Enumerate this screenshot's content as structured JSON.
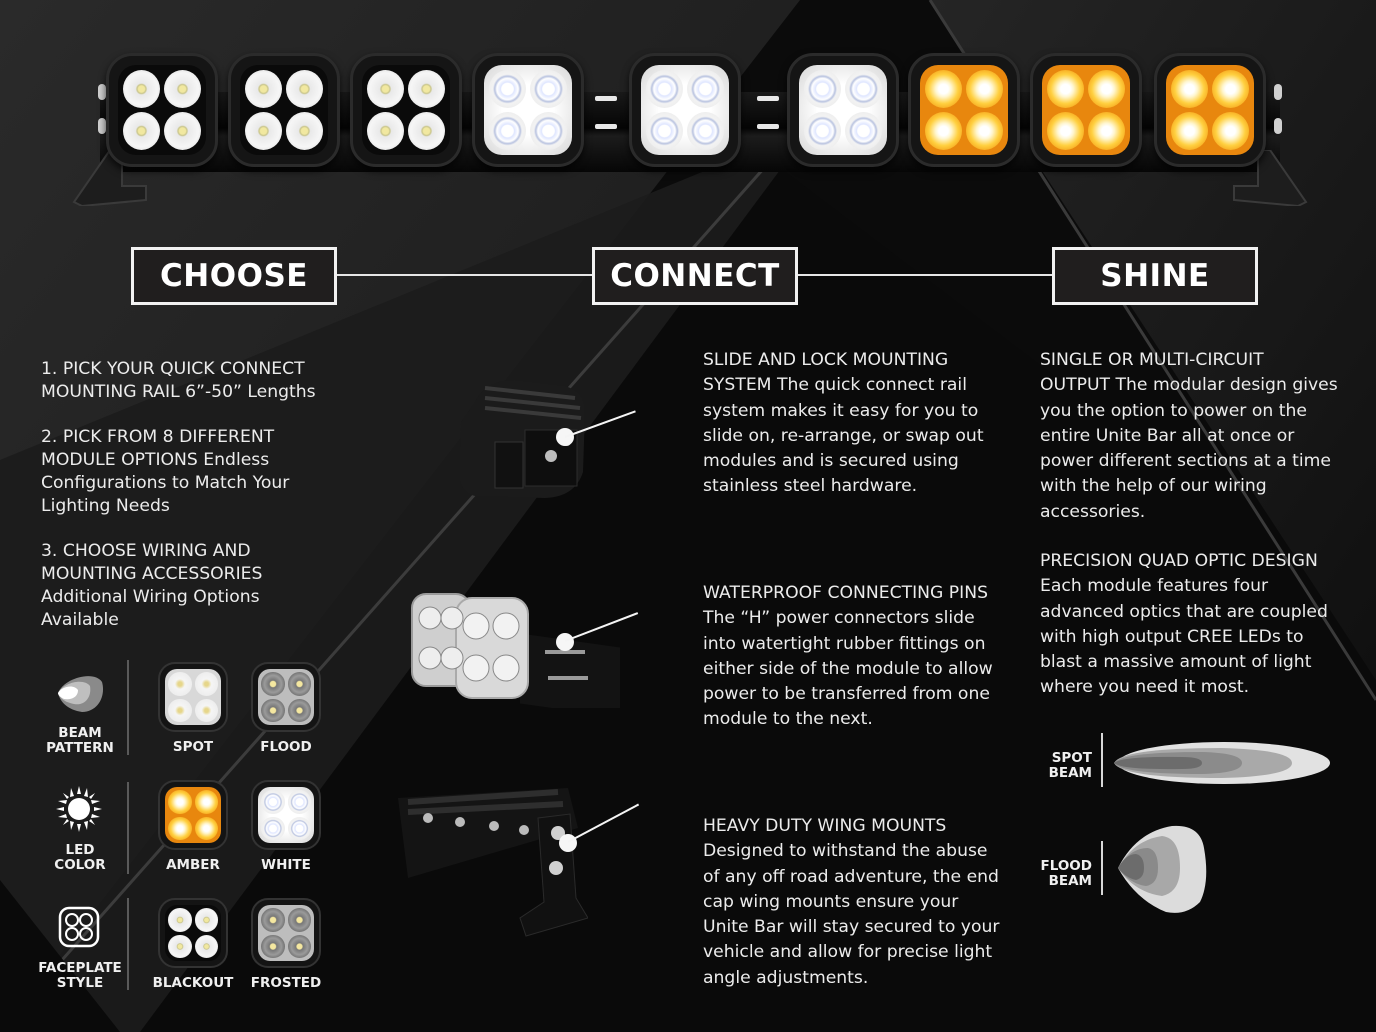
{
  "colors": {
    "background": "#0c0c0c",
    "panel_light": "#1f1f1f",
    "text": "#ececec",
    "amber": "#e8870e",
    "white_led": "#ffffff"
  },
  "lightbar": {
    "modules": [
      {
        "style": "blackout",
        "color": "white"
      },
      {
        "style": "blackout",
        "color": "white"
      },
      {
        "style": "blackout",
        "color": "white"
      },
      {
        "style": "frosted",
        "color": "white"
      },
      {
        "style": "frosted",
        "color": "white"
      },
      {
        "style": "frosted",
        "color": "white"
      },
      {
        "style": "amber",
        "color": "amber"
      },
      {
        "style": "amber",
        "color": "amber"
      },
      {
        "style": "amber",
        "color": "amber"
      }
    ]
  },
  "steps": [
    {
      "label": "CHOOSE"
    },
    {
      "label": "CONNECT"
    },
    {
      "label": "SHINE"
    }
  ],
  "choose": {
    "items": [
      "1. PICK YOUR QUICK CONNECT\nMOUNTING RAIL 6”-50” Lengths",
      "2. PICK FROM 8 DIFFERENT\nMODULE OPTIONS Endless\nConfigurations to Match Your\nLighting Needs",
      "3. CHOOSE WIRING AND\nMOUNTING ACCESSORIES\nAdditional Wiring Options\nAvailable"
    ],
    "options": [
      {
        "category": "BEAM\nPATTERN",
        "icon": "beam-pattern-icon",
        "choices": [
          "SPOT",
          "FLOOD"
        ]
      },
      {
        "category": "LED\nCOLOR",
        "icon": "sun-icon",
        "choices": [
          "AMBER",
          "WHITE"
        ]
      },
      {
        "category": "FACEPLATE\nSTYLE",
        "icon": "faceplate-icon",
        "choices": [
          "BLACKOUT",
          "FROSTED"
        ]
      }
    ]
  },
  "connect": {
    "features": [
      {
        "text": "SLIDE AND LOCK MOUNTING\nSYSTEM The quick connect rail\nsystem makes it easy for you to\nslide on, re-arrange, or swap out\nmodules and is secured using\nstainless steel hardware.",
        "image": "module-side-mount-image"
      },
      {
        "text": "WATERPROOF CONNECTING PINS\nThe “H” power connectors slide\ninto watertight rubber fittings on\neither side of the module to allow\npower to be transferred from one\nmodule to the next.",
        "image": "connecting-pins-image"
      },
      {
        "text": "HEAVY DUTY WING MOUNTS\nDesigned to withstand the abuse\nof any off road adventure, the end\ncap wing mounts ensure your\nUnite Bar will stay secured to your\nvehicle and allow for precise light\nangle adjustments.",
        "image": "wing-mount-image"
      }
    ]
  },
  "shine": {
    "features": [
      "SINGLE OR MULTI-CIRCUIT\nOUTPUT The modular design gives\nyou the option to power on the\nentire Unite Bar all at once or\npower different sections at a time\nwith the help of our wiring\naccessories.",
      "PRECISION QUAD OPTIC DESIGN\nEach module features four\nadvanced optics that are coupled\nwith high output CREE LEDs to\nblast a massive amount of light\nwhere you need it most."
    ],
    "beams": [
      {
        "label": "SPOT\nBEAM",
        "shape": "spot-beam-diagram"
      },
      {
        "label": "FLOOD\nBEAM",
        "shape": "flood-beam-diagram"
      }
    ]
  }
}
